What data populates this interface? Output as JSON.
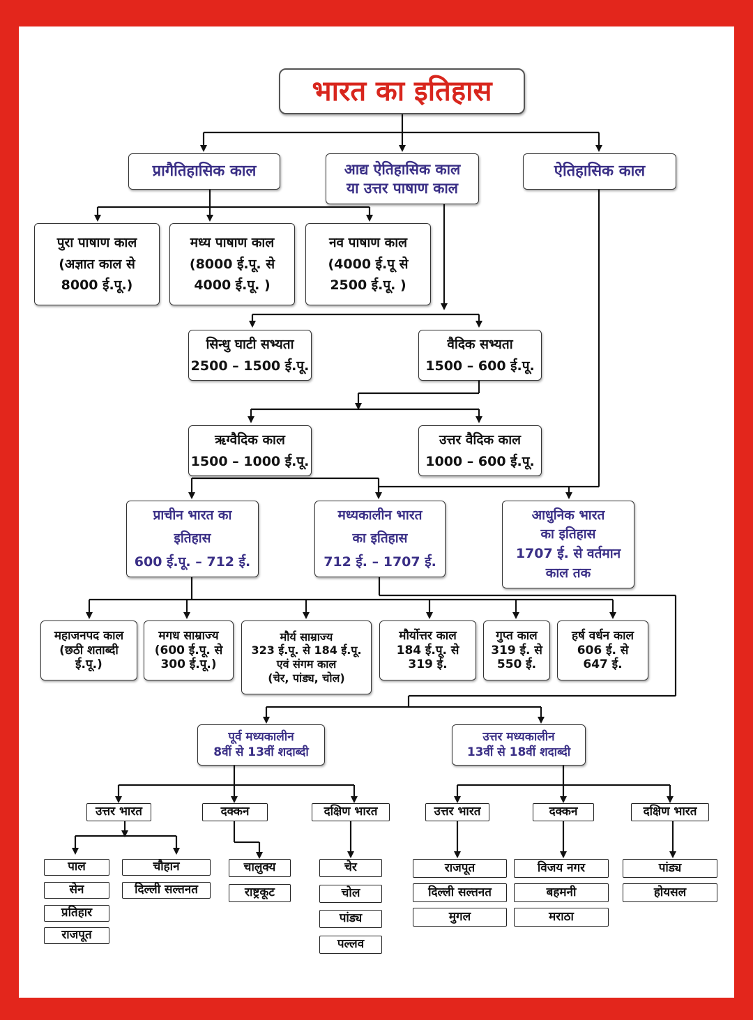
{
  "title": "भारत का इतिहास",
  "colors": {
    "frame": "#e3261c",
    "title_text": "#d8261d",
    "heading_text": "#3a2f86",
    "line": "#111111"
  },
  "periods": {
    "prehistoric": "प्रागैतिहासिक काल",
    "protohistoric": [
      "आद्य ऐतिहासिक काल",
      "या उत्तर पाषाण काल"
    ],
    "historic": "ऐतिहासिक काल"
  },
  "stone_ages": [
    [
      "पुरा पाषाण काल",
      "(अज्ञात काल से",
      "8000 ई.पू.)"
    ],
    [
      "मध्य पाषाण काल",
      "(8000 ई.पू. से",
      "4000 ई.पू. )"
    ],
    [
      "नव पाषाण काल",
      "(4000 ई.पू से",
      "2500 ई.पू. )"
    ]
  ],
  "civilizations": [
    [
      "सिन्धु घाटी सभ्यता",
      "2500 – 1500 ई.पू."
    ],
    [
      "वैदिक सभ्यता",
      "1500 – 600 ई.पू."
    ]
  ],
  "vedic_periods": [
    [
      "ऋग्वैदिक काल",
      "1500 – 1000 ई.पू."
    ],
    [
      "उत्तर वैदिक काल",
      "1000 – 600 ई.पू."
    ]
  ],
  "eras": [
    [
      "प्राचीन भारत का",
      "इतिहास",
      "600 ई.पू. – 712 ई."
    ],
    [
      "मध्यकालीन भारत",
      "का इतिहास",
      "712 ई. – 1707 ई."
    ],
    [
      "आधुनिक भारत",
      "का इतिहास",
      "1707 ई. से वर्तमान",
      "काल तक"
    ]
  ],
  "ancient_periods": [
    [
      "महाजनपद काल",
      "(छठी शताब्दी",
      "ई.पू.)"
    ],
    [
      "मगध साम्राज्य",
      "(600 ई.पू. से",
      "300 ई.पू.)"
    ],
    [
      "मौर्य साम्राज्य",
      "323 ई.पू. से 184 ई.पू.",
      "एवं संगम काल",
      "(चेर, पांड्य, चोल)"
    ],
    [
      "मौर्योत्तर काल",
      "184 ई.पू. से",
      "319 ई."
    ],
    [
      "गुप्त काल",
      "319 ई. से",
      "550 ई."
    ],
    [
      "हर्ष वर्धन काल",
      "606 ई. से",
      "647 ई."
    ]
  ],
  "medieval": [
    [
      "पूर्व मध्यकालीन",
      "8वीं से 13वीं शदाब्दी"
    ],
    [
      "उत्तर मध्यकालीन",
      "13वीं से 18वीं शदाब्दी"
    ]
  ],
  "early_medieval": {
    "regions": [
      "उत्तर भारत",
      "दक्कन",
      "दक्षिण भारत"
    ],
    "north_left": [
      "पाल",
      "सेन",
      "प्रतिहार",
      "राजपूत"
    ],
    "north_right": [
      "चौहान",
      "दिल्ली सल्तनत"
    ],
    "deccan": [
      "चालुक्य",
      "राष्ट्रकूट"
    ],
    "south": [
      "चेर",
      "चोल",
      "पांड्य",
      "पल्लव"
    ]
  },
  "late_medieval": {
    "regions": [
      "उत्तर भारत",
      "दक्कन",
      "दक्षिण भारत"
    ],
    "north": [
      "राजपूत",
      "दिल्ली सल्तनत",
      "मुगल"
    ],
    "deccan": [
      "विजय नगर",
      "बहमनी",
      "मराठा"
    ],
    "south": [
      "पांड्य",
      "होयसल"
    ]
  }
}
